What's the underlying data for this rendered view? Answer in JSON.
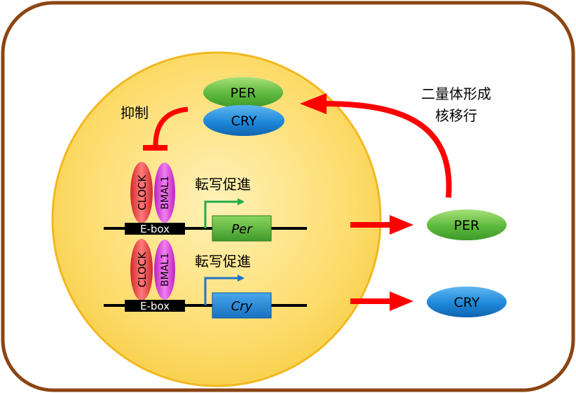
{
  "colors": {
    "frame": "#8B4513",
    "nucleus_fill": "#FDDC6C",
    "nucleus_stroke": "#F2B820",
    "arrow_red": "#FF0000",
    "per_green": "#6CC04A",
    "cry_blue": "#1E88D8",
    "clock_red": "#F04A4A",
    "bmal_magenta": "#E040E0",
    "ebox_black": "#000000",
    "per_arrow_green": "#1FAF4A",
    "cry_arrow_blue": "#1E74C8"
  },
  "nucleus": {
    "complex": {
      "per_label": "PER",
      "cry_label": "CRY"
    },
    "inhibit_label": "抑制",
    "gene_per": {
      "clock_label": "CLOCK",
      "bmal_label": "BMAL1",
      "ebox_label": "E-box",
      "promote_label": "転写促進",
      "gene_label": "Per"
    },
    "gene_cry": {
      "clock_label": "CLOCK",
      "bmal_label": "BMAL1",
      "ebox_label": "E-box",
      "promote_label": "転写促進",
      "gene_label": "Cry"
    }
  },
  "cytoplasm": {
    "dimer_label_line1": "二量体形成",
    "dimer_label_line2": "核移行",
    "per_protein": "PER",
    "cry_protein": "CRY"
  },
  "icons": [
    "inhibition-arrow-icon",
    "transcription-arrow-icon",
    "translocation-arrow-icon"
  ]
}
